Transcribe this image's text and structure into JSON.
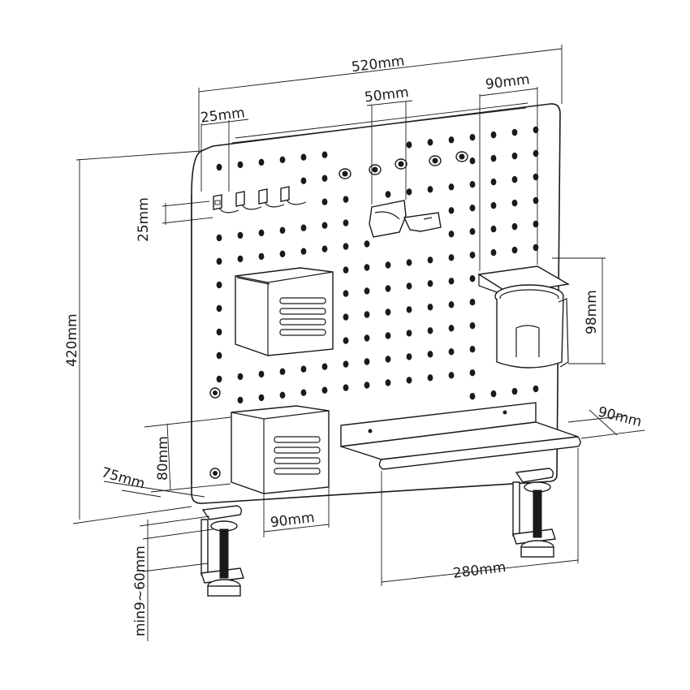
{
  "figure": {
    "kind": "pegboard-assembly-dimension-drawing",
    "line_color": "#1a1a1a",
    "background": "#ffffff"
  },
  "dimensions": {
    "total_width": "520mm",
    "hook_spacing": "25mm",
    "peg_spacing": "50mm",
    "cup_holder_width": "90mm",
    "hook_height": "25mm",
    "total_height": "420mm",
    "cup_holder_height": "98mm",
    "shelf_depth": "90mm",
    "basket_height": "80mm",
    "basket_depth": "75mm",
    "basket_width": "90mm",
    "shelf_width": "280mm",
    "clamp_range": "min9~60mm"
  }
}
